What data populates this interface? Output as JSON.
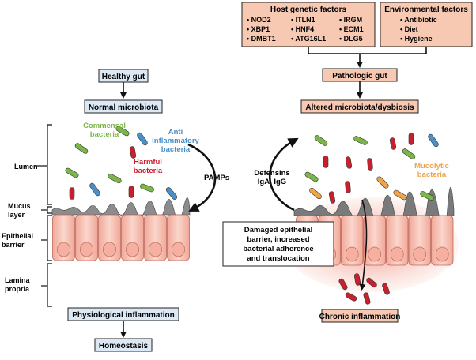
{
  "host_box": {
    "title": "Host genetic factors",
    "col1": [
      "• NOD2",
      "• XBP1",
      "• DMBT1"
    ],
    "col2": [
      "• ITLN1",
      "• HNF4",
      "• ATG16L1"
    ],
    "col3": [
      "• IRGM",
      "• ECM1",
      "• DLG5"
    ]
  },
  "env_box": {
    "title": "Environmental factors",
    "items": [
      "• Antibiotic",
      "• Diet",
      "• Hygiene"
    ]
  },
  "left": {
    "healthy_gut": "Healthy gut",
    "normal_microbiota": "Normal microbiota",
    "physiological_inflammation": "Physiological inflammation",
    "homeostasis": "Homeostasis",
    "commensal": [
      "Commensal",
      "bacteria"
    ],
    "anti_inflammatory": [
      "Anti",
      "inflammatory",
      "bacteria"
    ],
    "harmful": [
      "Harmful",
      "bacteria"
    ],
    "pamps": "PAMPs"
  },
  "layers": {
    "lumen": "Lumen",
    "mucus": [
      "Mucus",
      "layer"
    ],
    "epithelial": [
      "Epithelial",
      "barrier"
    ],
    "lamina": [
      "Lamina",
      "propria"
    ]
  },
  "right": {
    "pathologic_gut": "Pathologic gut",
    "altered": "Altered microbiota/dysbiosis",
    "defensins": [
      "Defensins",
      "IgA, IgG"
    ],
    "mucolytic": [
      "Mucolytic",
      "bacteria"
    ],
    "damaged": [
      "Damaged epithelial",
      "barrier, increased",
      "bacterial adherence",
      "and translocation"
    ],
    "chronic": "Chronic inflammation"
  },
  "colors": {
    "commensal": "#7ab648",
    "anti_inflammatory": "#4a8fc8",
    "harmful": "#c8202c",
    "mucolytic": "#f0a348",
    "healthy_box": "#dce9f5",
    "patho_box": "#f7c9b3",
    "cell": "#f5c2b5"
  }
}
